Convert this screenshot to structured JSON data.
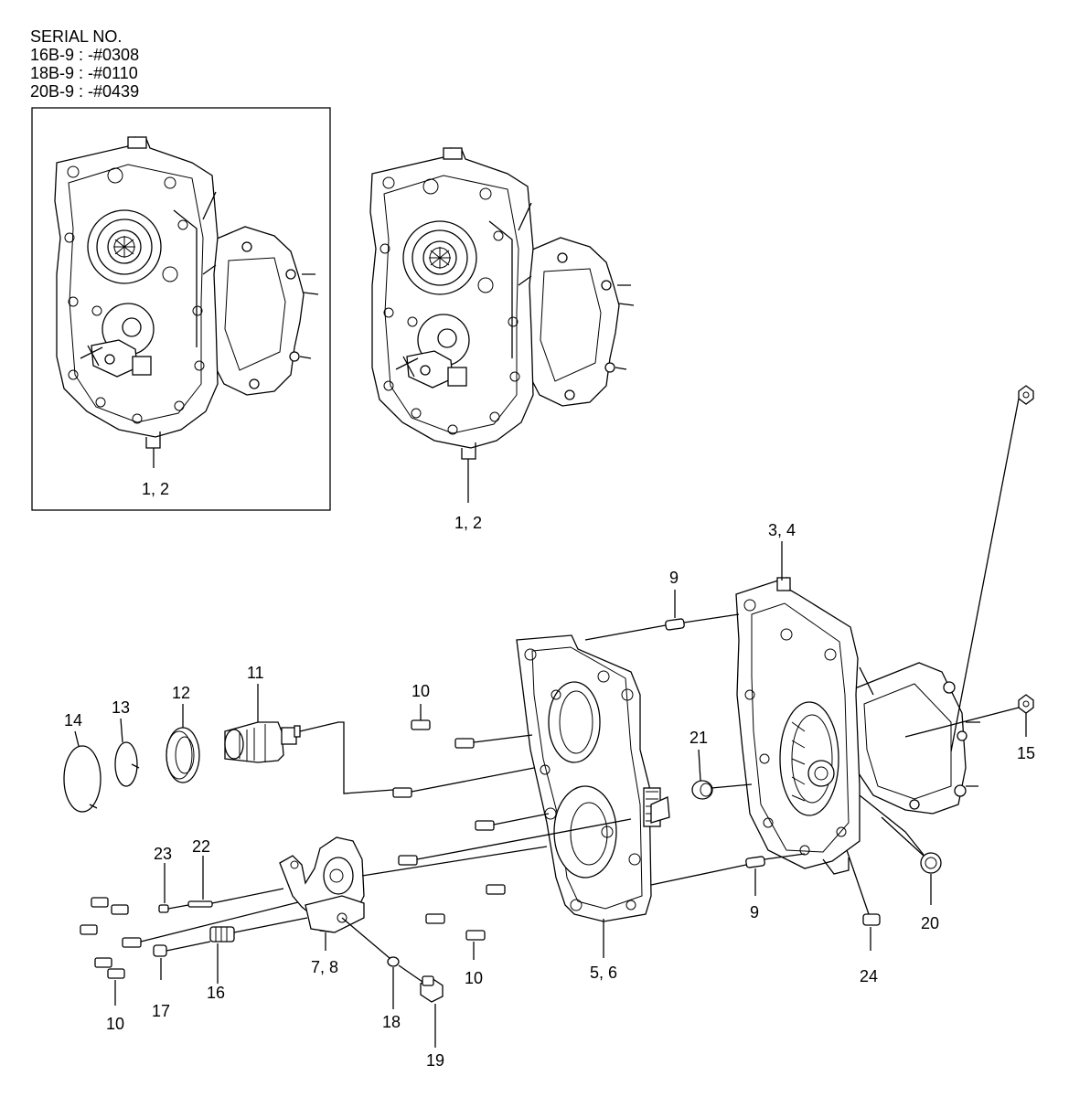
{
  "serial": {
    "heading": "SERIAL NO.",
    "lines": [
      "16B-9 : -#0308",
      "18B-9 : -#0110",
      "20B-9 : -#0439"
    ]
  },
  "callouts": {
    "inset_assembly": "1, 2",
    "main_assembly": "1, 2",
    "housing_rear": "3, 4",
    "dowel_top": "9",
    "dowel_bottom": "9",
    "bolt_a": "10",
    "bolt_b": "10",
    "bolt_c": "10",
    "shaft": "11",
    "seal": "12",
    "ring_small": "13",
    "ring_large": "14",
    "nut_right": "15",
    "fitting": "16",
    "plug_small": "17",
    "washer": "18",
    "plug_nut": "19",
    "nut_low": "20",
    "cap": "21",
    "pin_long": "22",
    "pin_small": "23",
    "pin_bottom": "24",
    "plate_front": "5, 6",
    "bracket": "7, 8"
  }
}
